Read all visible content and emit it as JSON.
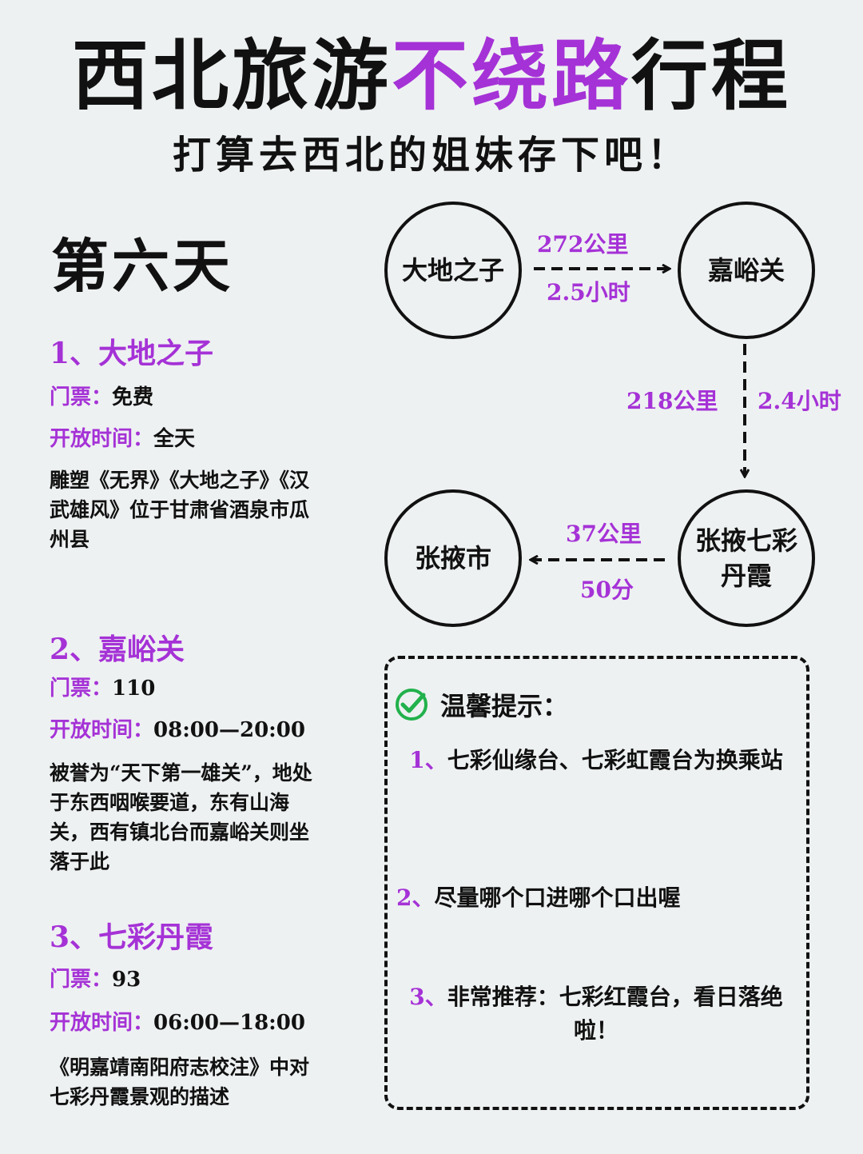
{
  "colors": {
    "accent": "#a532d6",
    "ink": "#111111",
    "check": "#22b14c"
  },
  "header": {
    "title_part1": "西北旅游",
    "title_accent": "不绕路",
    "title_part2": "行程",
    "subtitle": "打算去西北的姐妹存下吧！"
  },
  "day": {
    "title": "第六天"
  },
  "sections": [
    {
      "title": "1、大地之子",
      "ticket_key": "门票：",
      "ticket_val": "免费",
      "hours_key": "开放时间：",
      "hours_val": "全天",
      "desc": "雕塑《无界》《大地之子》《汉武雄风》位于甘肃省酒泉市瓜州县"
    },
    {
      "title": "2、嘉峪关",
      "ticket_key": "门票：",
      "ticket_val": "110",
      "hours_key": "开放时间：",
      "hours_val": "08:00—20:00",
      "desc": "被誉为“天下第一雄关”，地处于东西咽喉要道，东有山海关，西有镇北台而嘉峪关则坐落于此"
    },
    {
      "title": "3、七彩丹霞",
      "ticket_key": "门票：",
      "ticket_val": "93",
      "hours_key": "开放时间：",
      "hours_val": "06:00—18:00",
      "desc": "《明嘉靖南阳府志校注》中对七彩丹霞景观的描述"
    }
  ],
  "flow": {
    "nodes": [
      {
        "id": "n1",
        "label": "大地之子"
      },
      {
        "id": "n2",
        "label": "嘉峪关"
      },
      {
        "id": "n3",
        "label": "张掖七彩丹霞"
      },
      {
        "id": "n4",
        "label": "张掖市"
      }
    ],
    "edges": [
      {
        "from": "n1",
        "to": "n2",
        "distance": "272公里",
        "time": "2.5小时"
      },
      {
        "from": "n2",
        "to": "n3",
        "distance": "218公里",
        "time": "2.4小时"
      },
      {
        "from": "n3",
        "to": "n4",
        "distance": "37公里",
        "time": "50分"
      }
    ]
  },
  "tips": {
    "title": "温馨提示：",
    "items": [
      {
        "num": "1、",
        "text": "七彩仙缘台、七彩虹霞台为换乘站"
      },
      {
        "num": "2、",
        "text": "尽量哪个口进哪个口出喔"
      },
      {
        "num": "3、",
        "text": "非常推荐：七彩红霞台，看日落绝啦！"
      }
    ]
  }
}
